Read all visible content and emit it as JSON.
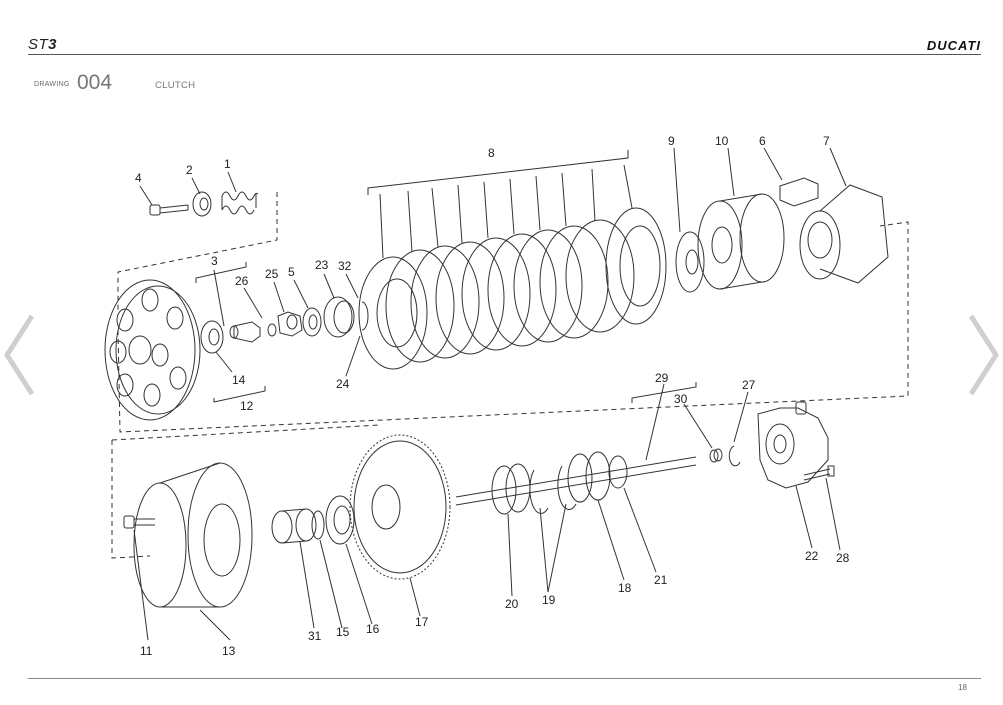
{
  "header": {
    "model_prefix": "ST",
    "model_suffix": "3",
    "brand": "DUCATI"
  },
  "drawing": {
    "label": "DRAWING",
    "number": "004",
    "title": "CLUTCH"
  },
  "footer": {
    "page_number": "18"
  },
  "callouts": [
    {
      "id": "c1",
      "text": "1"
    },
    {
      "id": "c2",
      "text": "2"
    },
    {
      "id": "c3",
      "text": "3"
    },
    {
      "id": "c4",
      "text": "4"
    },
    {
      "id": "c5",
      "text": "5"
    },
    {
      "id": "c6",
      "text": "6"
    },
    {
      "id": "c7",
      "text": "7"
    },
    {
      "id": "c8",
      "text": "8"
    },
    {
      "id": "c9",
      "text": "9"
    },
    {
      "id": "c10",
      "text": "10"
    },
    {
      "id": "c11",
      "text": "11"
    },
    {
      "id": "c12",
      "text": "12"
    },
    {
      "id": "c13",
      "text": "13"
    },
    {
      "id": "c14",
      "text": "14"
    },
    {
      "id": "c15",
      "text": "15"
    },
    {
      "id": "c16",
      "text": "16"
    },
    {
      "id": "c17",
      "text": "17"
    },
    {
      "id": "c18",
      "text": "18"
    },
    {
      "id": "c19",
      "text": "19"
    },
    {
      "id": "c20",
      "text": "20"
    },
    {
      "id": "c21",
      "text": "21"
    },
    {
      "id": "c22",
      "text": "22"
    },
    {
      "id": "c23",
      "text": "23"
    },
    {
      "id": "c24",
      "text": "24"
    },
    {
      "id": "c25",
      "text": "25"
    },
    {
      "id": "c26",
      "text": "26"
    },
    {
      "id": "c27",
      "text": "27"
    },
    {
      "id": "c28",
      "text": "28"
    },
    {
      "id": "c29",
      "text": "29"
    },
    {
      "id": "c30",
      "text": "30"
    },
    {
      "id": "c31",
      "text": "31"
    },
    {
      "id": "c32",
      "text": "32"
    }
  ],
  "icons": {
    "prev": "chevron-left-icon",
    "next": "chevron-right-icon"
  }
}
